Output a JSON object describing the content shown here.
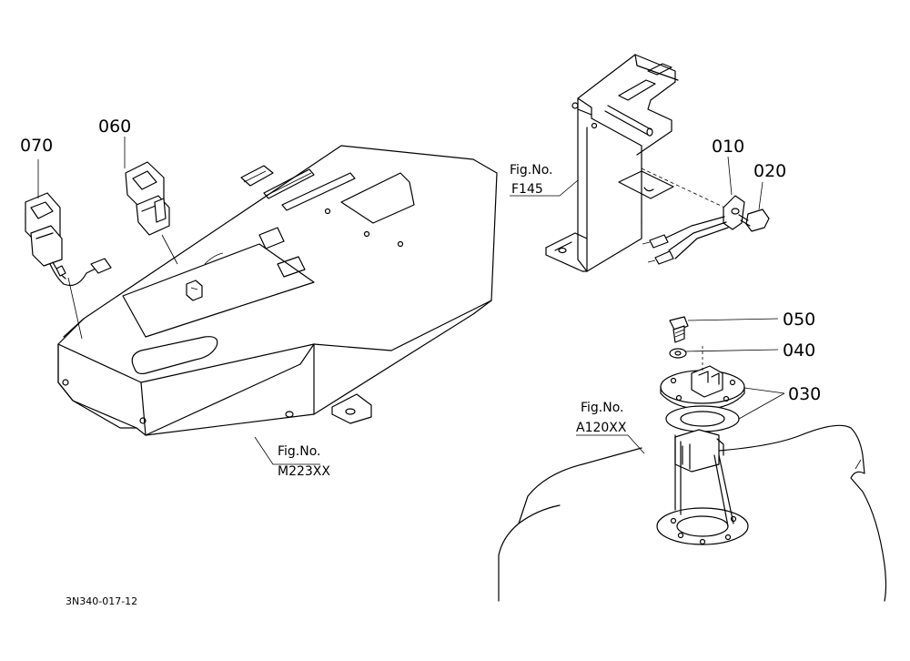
{
  "callouts": {
    "p010": "010",
    "p020": "020",
    "p030": "030",
    "p040": "040",
    "p050": "050",
    "p060": "060",
    "p070": "070"
  },
  "figure_refs": {
    "left": {
      "line1": "Fig.No.",
      "line2": "M223XX"
    },
    "bracket": {
      "line1": "Fig.No.",
      "line2": "F145"
    },
    "tank": {
      "line1": "Fig.No.",
      "line2": "A120XX"
    }
  },
  "drawing_code": "3N340-017-12"
}
